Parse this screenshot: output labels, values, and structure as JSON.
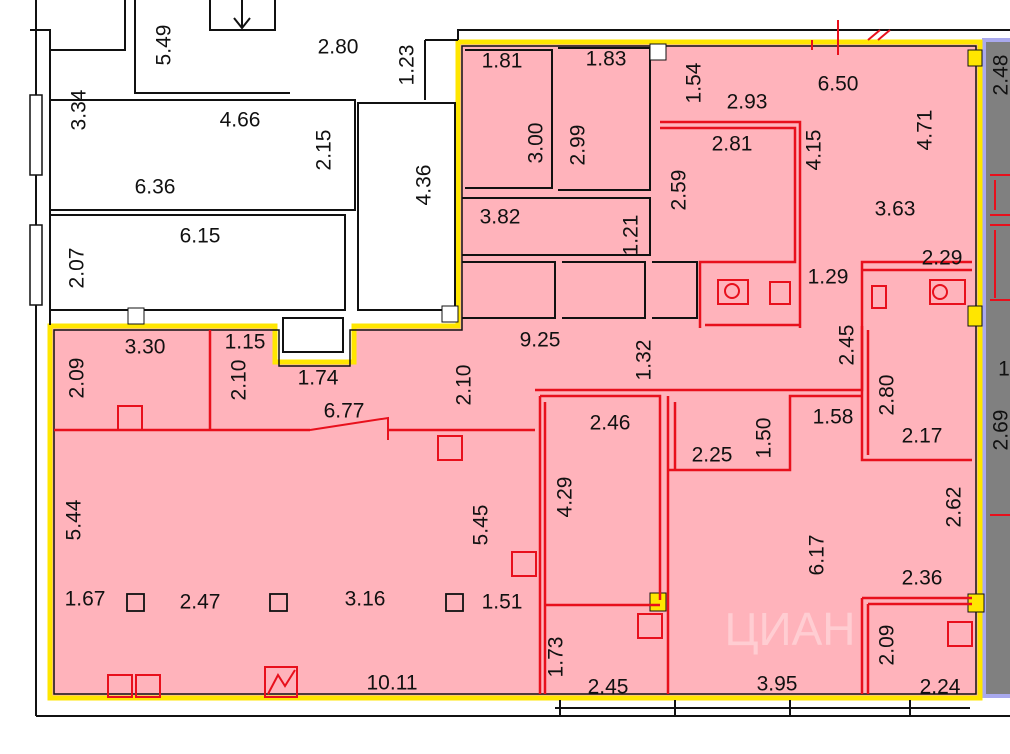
{
  "plan": {
    "colors": {
      "rented_area": "#ffb3bb",
      "outline": "#ffe600",
      "partition": "#e8101c",
      "neighbor": "#808080"
    },
    "watermark": "циан",
    "dimensions": [
      "5.49",
      "2.80",
      "1.23",
      "3.34",
      "4.66",
      "2.15",
      "6.36",
      "4.36",
      "6.15",
      "2.07",
      "1.81",
      "1.83",
      "1.54",
      "6.50",
      "2.93",
      "4.71",
      "3.00",
      "2.99",
      "2.81",
      "4.15",
      "2.59",
      "3.63",
      "3.82",
      "1.21",
      "2.29",
      "1.29",
      "3.30",
      "1.15",
      "2.09",
      "2.10",
      "1.74",
      "9.25",
      "2.10",
      "1.32",
      "2.45",
      "2.80",
      "6.77",
      "2.46",
      "1.50",
      "1.58",
      "2.17",
      "2.25",
      "5.44",
      "5.45",
      "4.29",
      "2.62",
      "6.17",
      "2.36",
      "1.67",
      "2.47",
      "3.16",
      "1.51",
      "1.73",
      "2.09",
      "10.11",
      "2.45",
      "3.95",
      "2.24",
      "2.48",
      "1",
      "2.69"
    ]
  }
}
